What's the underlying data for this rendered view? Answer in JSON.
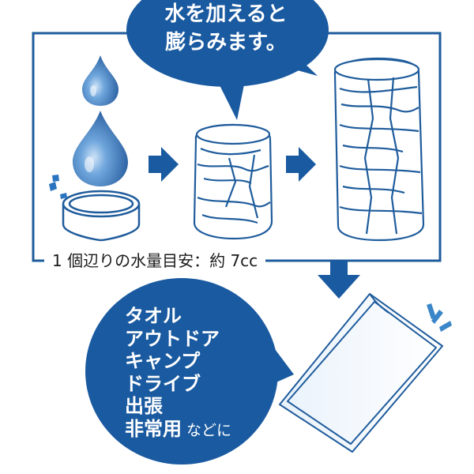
{
  "callout_top": {
    "line1": "水を加えると",
    "line2": "膨らみます。"
  },
  "frame_caption": "1 個辺りの水量目安：約 7cc",
  "uses": {
    "items": [
      "タオル",
      "アウトドア",
      "キャンプ",
      "ドライブ",
      "出張",
      "非常用"
    ],
    "suffix": "などに"
  },
  "colors": {
    "brand_blue": "#1a5aa0",
    "line_blue": "#1f5c9c",
    "drop_light": "#7fb2e6",
    "white": "#ffffff"
  },
  "icons": [
    "water-drop-icon",
    "water-drop-icon",
    "splash-icon",
    "compressed-tablet-icon",
    "arrow-right-icon",
    "half-expanded-towel-icon",
    "arrow-right-icon",
    "fully-expanded-towel-icon",
    "arrow-down-icon",
    "flat-towel-icon",
    "sparkle-icon"
  ]
}
